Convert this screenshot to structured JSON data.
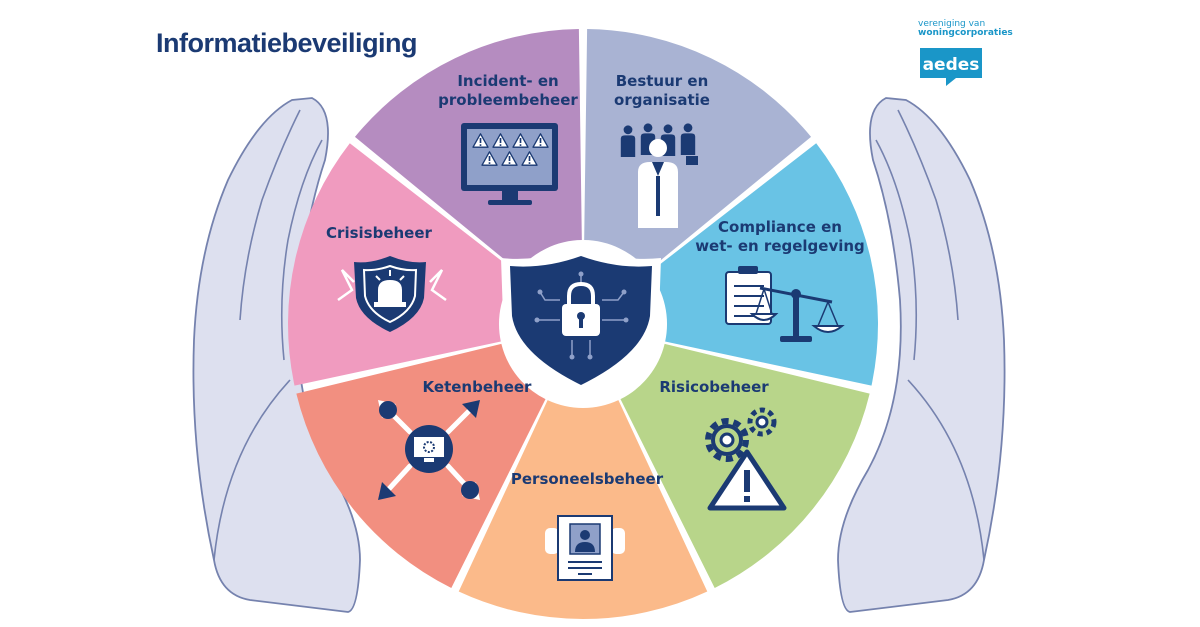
{
  "title": "Informatiebeveiliging",
  "logo": {
    "tagline_line1": "vereniging van",
    "tagline_line2": "woningcorporaties",
    "wordmark": "aedes"
  },
  "colors": {
    "title": "#1b3a73",
    "hands": "#dde0ef",
    "hands_outline": "#6c7ba8",
    "shield": "#1b3a73",
    "logo": "#1a96c8"
  },
  "segments": [
    {
      "key": "incident",
      "lines": [
        "Incident- en",
        "probleembeheer"
      ],
      "color": "#b58cc0",
      "icon": "monitor-warning-icon"
    },
    {
      "key": "bestuur",
      "lines": [
        "Bestuur en",
        "organisatie"
      ],
      "color": "#a9b3d3",
      "icon": "people-group-icon"
    },
    {
      "key": "compliance",
      "lines": [
        "Compliance en",
        "wet- en regelgeving"
      ],
      "color": "#69c3e5",
      "icon": "scales-clipboard-icon"
    },
    {
      "key": "risico",
      "lines": [
        "Risicobeheer"
      ],
      "color": "#b8d58a",
      "icon": "gear-warning-icon"
    },
    {
      "key": "personeel",
      "lines": [
        "Personeelsbeheer"
      ],
      "color": "#fbba8a",
      "icon": "profile-document-icon"
    },
    {
      "key": "keten",
      "lines": [
        "Ketenbeheer"
      ],
      "color": "#f28f80",
      "icon": "network-arrows-icon"
    },
    {
      "key": "crisis",
      "lines": [
        "Crisisbeheer"
      ],
      "color": "#f09bbf",
      "icon": "alarm-shield-icon"
    }
  ],
  "center_icon": "lock-shield-icon"
}
